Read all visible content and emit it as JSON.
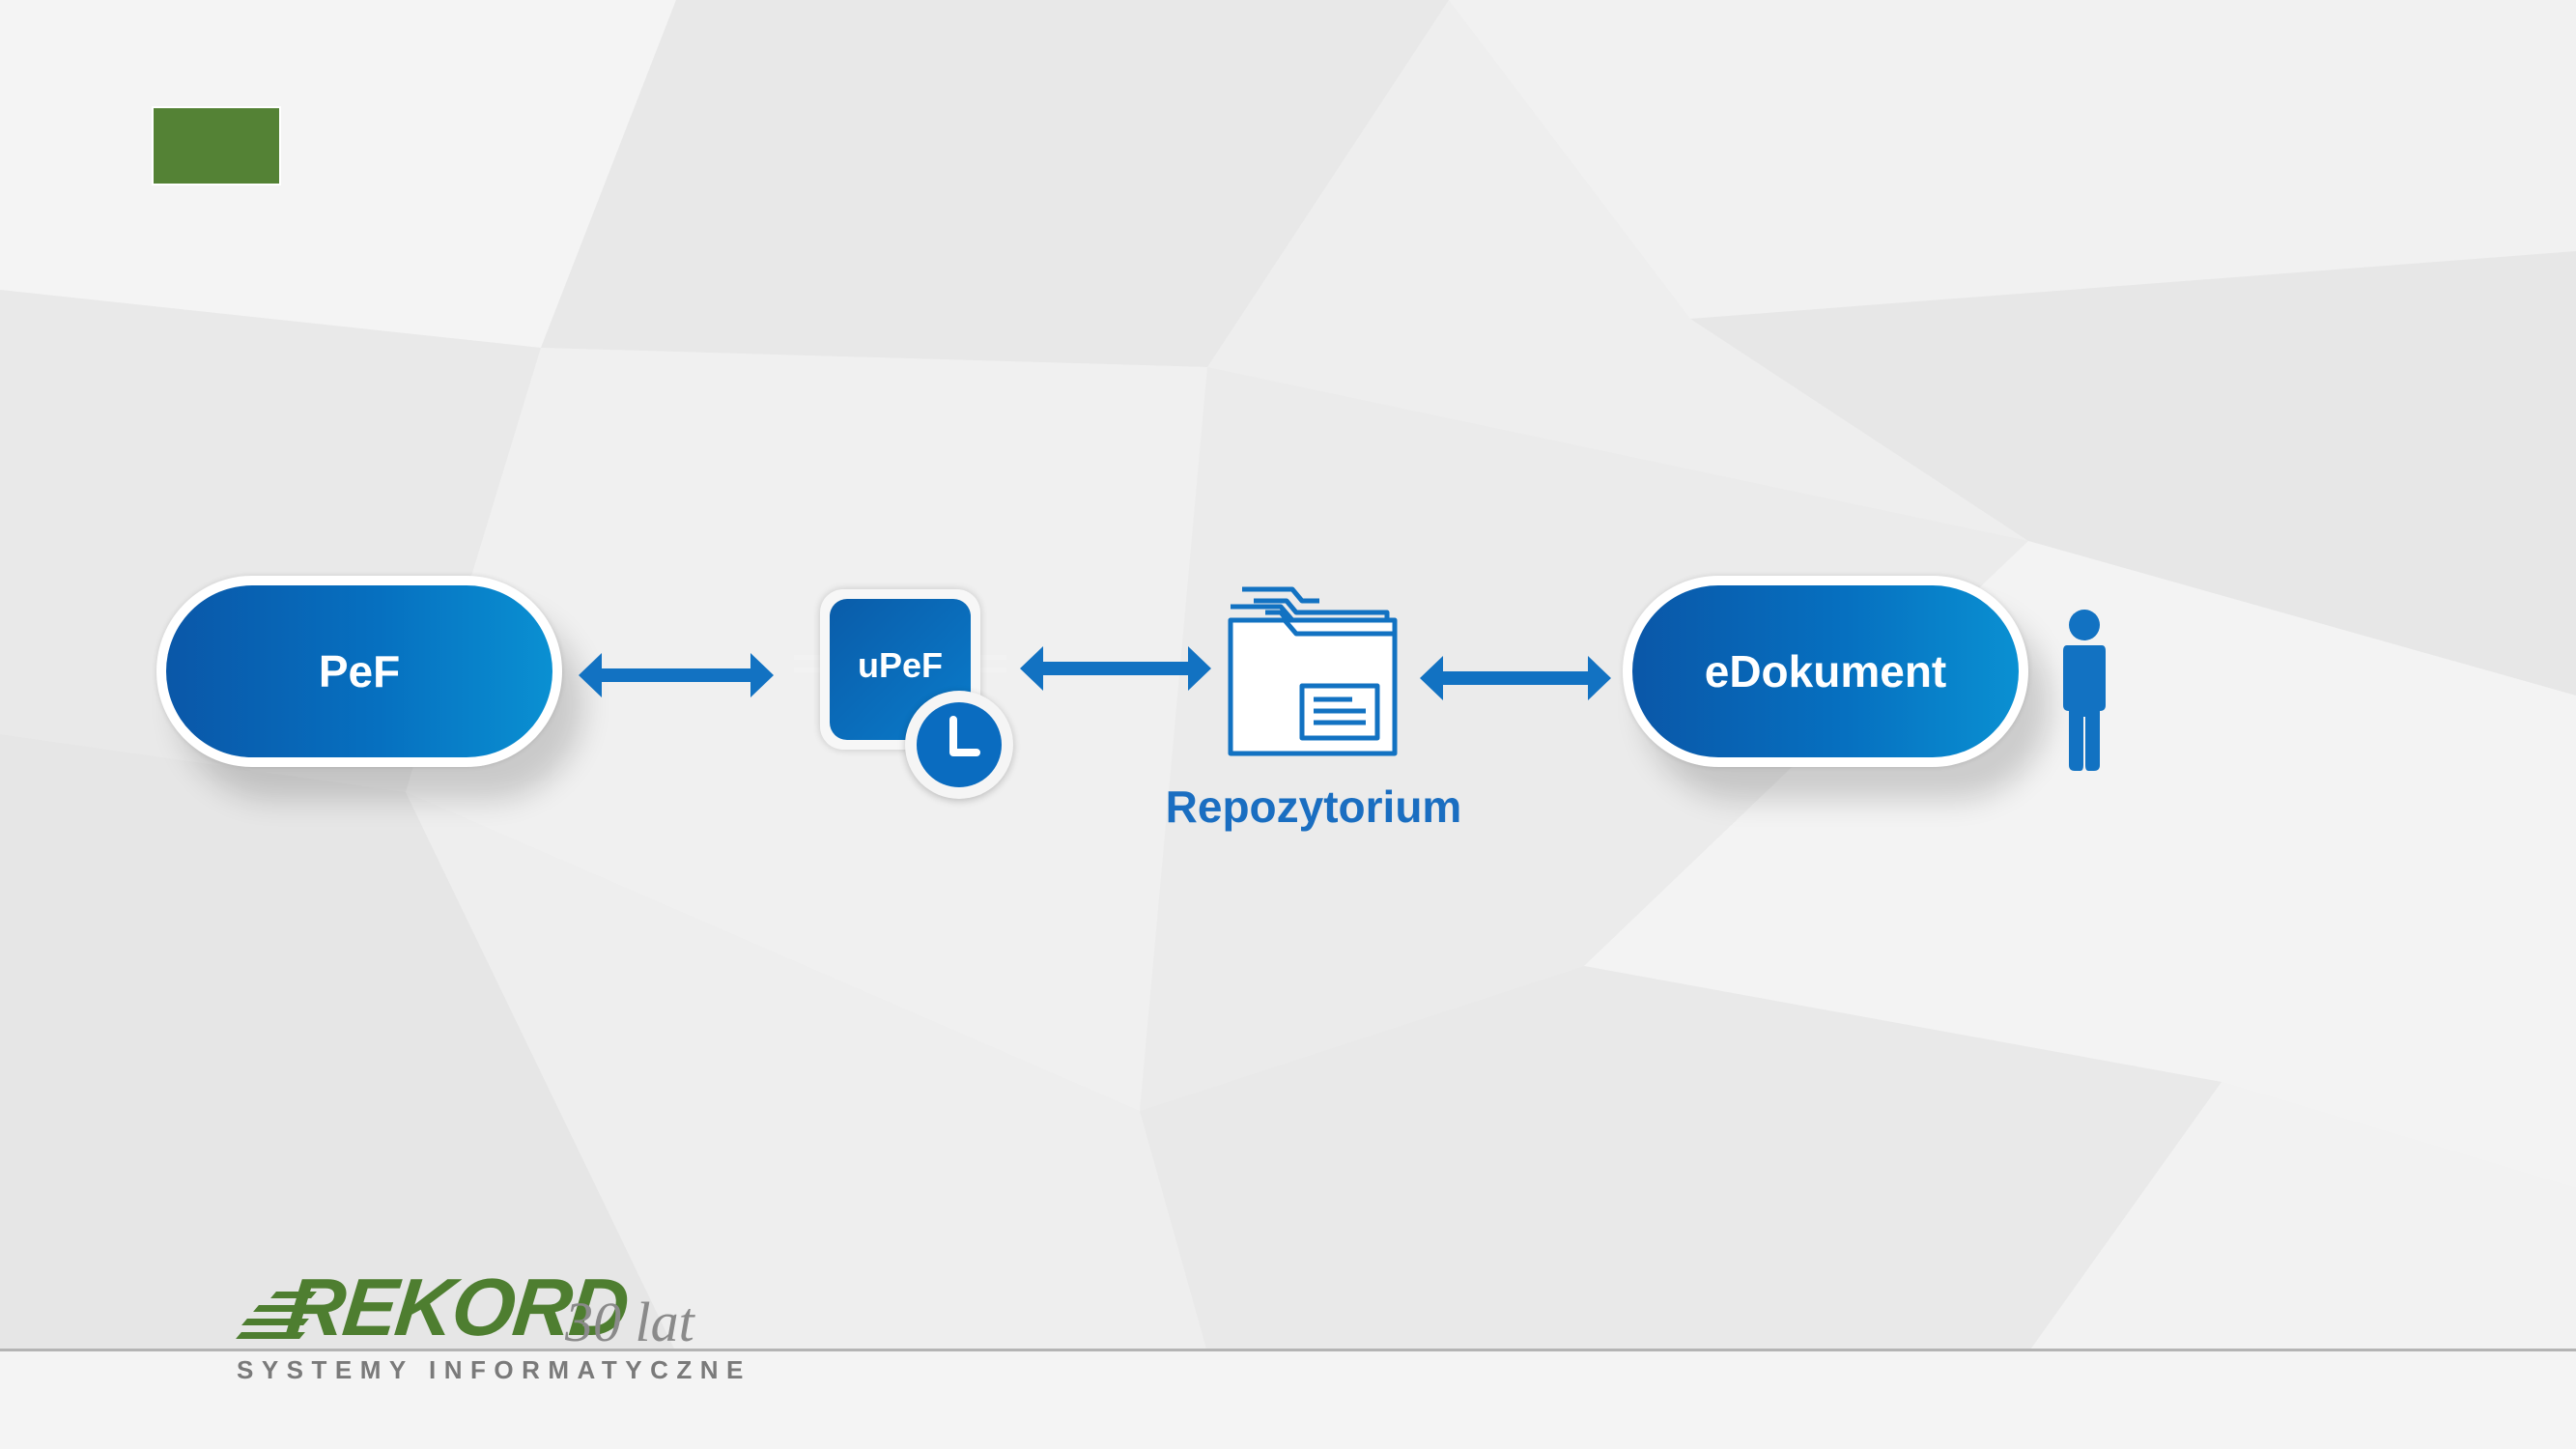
{
  "diagram": {
    "nodes": [
      {
        "id": "pef",
        "label": "PeF"
      },
      {
        "id": "upef",
        "label": "uPeF"
      },
      {
        "id": "repozytorium",
        "label": "Repozytorium"
      },
      {
        "id": "edokument",
        "label": "eDokument"
      }
    ],
    "edges": [
      {
        "from": "pef",
        "to": "upef",
        "direction": "bidirectional"
      },
      {
        "from": "upef",
        "to": "repozytorium",
        "direction": "bidirectional"
      },
      {
        "from": "repozytorium",
        "to": "edokument",
        "direction": "bidirectional"
      }
    ],
    "icons": [
      "clock-icon",
      "folder-icon",
      "person-icon"
    ]
  },
  "logo": {
    "name": "REKORD",
    "anniversary": "30 lat",
    "tagline": "SYSTEMY INFORMATYCZNE"
  },
  "colors": {
    "primary_blue": "#0a6cc0",
    "arrow_blue": "#1272c2",
    "label_blue": "#1a6ec1",
    "accent_green": "#548235",
    "logo_green": "#4e7e30"
  }
}
